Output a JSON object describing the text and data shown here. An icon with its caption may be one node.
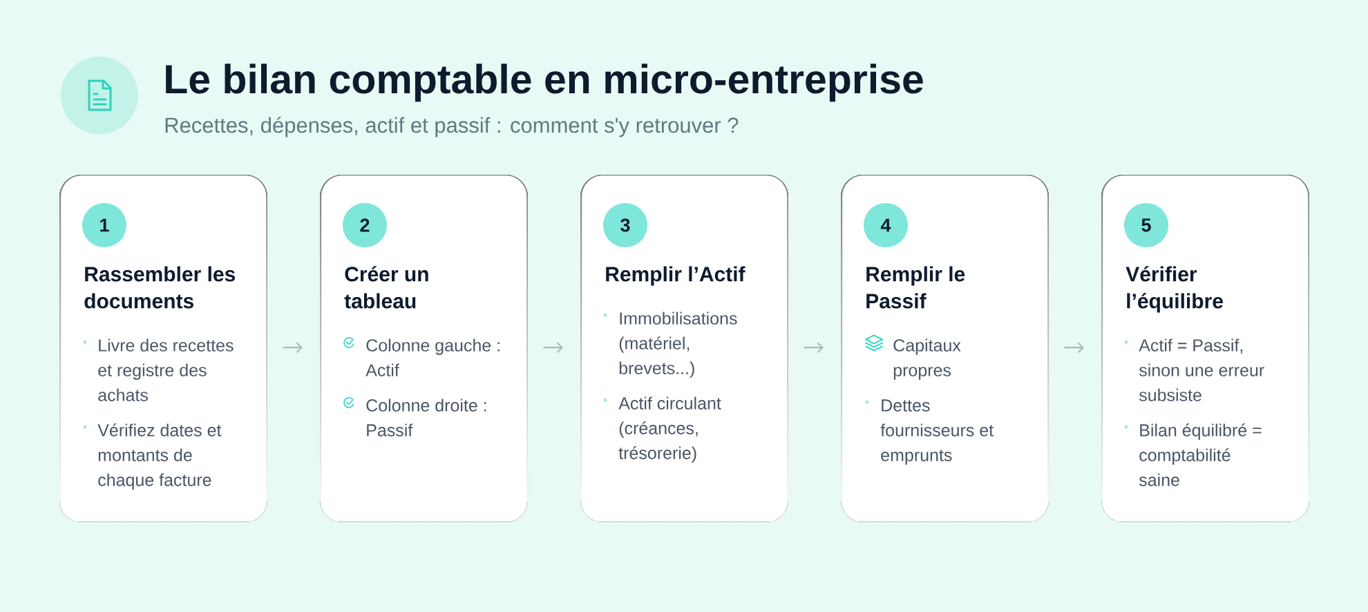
{
  "diagram": {
    "title": "Le bilan comptable en micro-entreprise",
    "nodes": [
      {
        "text": [
          "Rassembler les documents",
          "Livre des recettes et registre des achats",
          "Vérifiez dates et montants de chaque facture"
        ]
      },
      {
        "text": [
          "1"
        ],
        "in": 0
      },
      {
        "text": [
          "Créer un tableau",
          "Colonne gauche : Actif",
          "Colonne droite : Passif"
        ]
      },
      {
        "text": [
          "2"
        ],
        "in": 2
      },
      {
        "text": [
          "Remplir l’Actif",
          "Immobilisations (matériel, brevets...)",
          "Actif circulant (créances, trésorerie)"
        ]
      },
      {
        "text": [
          "3"
        ],
        "in": 4
      },
      {
        "text": [
          "Remplir le Passif",
          "Capitaux propres",
          "Dettes fournisseurs et emprunts"
        ]
      },
      {
        "text": [
          "4"
        ],
        "in": 6
      },
      {
        "text": [
          "Vérifier l’équilibre",
          "Actif = Passif, sinon une erreur subsiste",
          "Bilan équilibré = comptabilité saine"
        ]
      },
      {
        "text": [
          "5"
        ],
        "in": 8
      }
    ],
    "edges": [
      {
        "from": 0,
        "to": 2,
        "arrow": "to"
      },
      {
        "from": 2,
        "to": 4,
        "arrow": "to"
      },
      {
        "from": 4,
        "to": 6,
        "arrow": "to"
      },
      {
        "from": 6,
        "to": 8,
        "arrow": "to"
      }
    ],
    "labels": [
      "Recettes, dépenses, actif et passif : comment s'y retrouver ?"
    ]
  }
}
